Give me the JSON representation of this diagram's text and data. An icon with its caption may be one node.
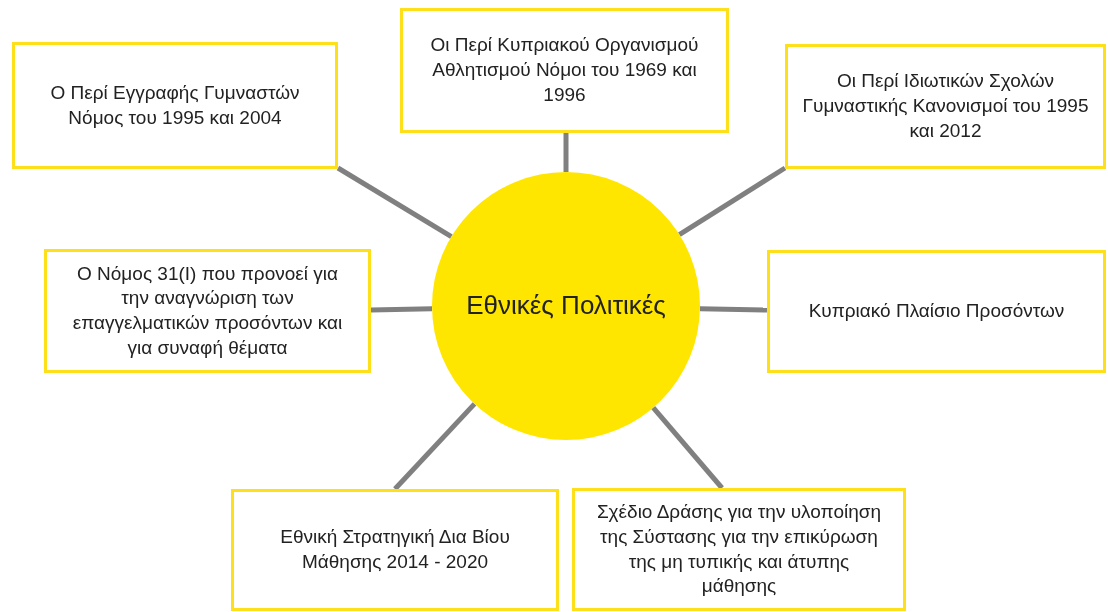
{
  "diagram": {
    "nodes": [
      {
        "text": [
          "Ο Περί Εγγραφής Γυμναστών Νόμος του 1995 και 2004"
        ]
      },
      {
        "text": [
          "Οι Περί Κυπριακού Οργανισμού Αθλητισμού Νόμοι του 1969 και 1996"
        ]
      },
      {
        "text": [
          "Οι Περί Ιδιωτικών Σχολών Γυμναστικής Κανονισμοί του 1995 και 2012"
        ]
      },
      {
        "text": [
          "Ο Νόμος 31(Ι) που προνοεί για την αναγνώριση των επαγγελματικών προσόντων και για συναφή θέματα"
        ]
      },
      {
        "text": [
          "Εθνικές Πολιτικές"
        ]
      },
      {
        "text": [
          "Κυπριακό Πλαίσιο Προσόντων"
        ]
      },
      {
        "text": [
          "Εθνική Στρατηγική Δια Βίου Μάθησης 2014 - 2020"
        ]
      },
      {
        "text": [
          "Σχέδιο Δράσης για την υλοποίηση της Σύστασης για την επικύρωση της μη τυπικής και άτυπης μάθησης"
        ]
      }
    ],
    "edges": [
      {
        "from": 4,
        "to": 0,
        "arrow": "none"
      },
      {
        "from": 4,
        "to": 1,
        "arrow": "none"
      },
      {
        "from": 4,
        "to": 2,
        "arrow": "none"
      },
      {
        "from": 4,
        "to": 3,
        "arrow": "none"
      },
      {
        "from": 4,
        "to": 5,
        "arrow": "none"
      },
      {
        "from": 4,
        "to": 6,
        "arrow": "none"
      },
      {
        "from": 4,
        "to": 7,
        "arrow": "none"
      }
    ]
  }
}
